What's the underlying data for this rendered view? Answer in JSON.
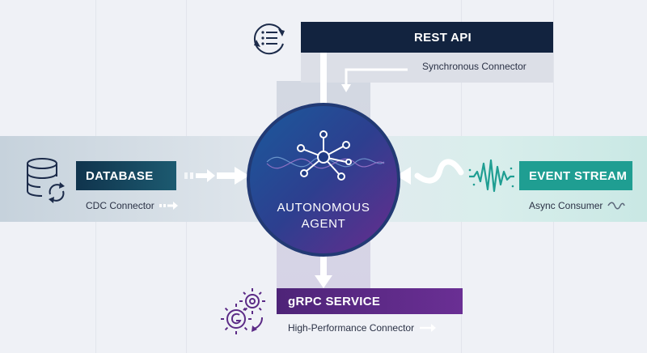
{
  "center": {
    "line1": "AUTONOMOUS",
    "line2": "AGENT",
    "icon": "network-node-icon"
  },
  "connectors": {
    "rest": {
      "title": "REST API",
      "subtitle": "Synchronous Connector",
      "icon": "list-refresh-icon",
      "color": "#12233f"
    },
    "database": {
      "title": "DATABASE",
      "subtitle": "CDC Connector",
      "icon": "database-sync-icon",
      "color": "#123a52"
    },
    "event": {
      "title": "EVENT STREAM",
      "subtitle": "Async Consumer",
      "icon": "waveform-icon",
      "color": "#1f9e92"
    },
    "grpc": {
      "title": "gRPC SERVICE",
      "subtitle": "High-Performance Connector",
      "icon": "gears-icon",
      "color": "#5b2a86"
    }
  }
}
